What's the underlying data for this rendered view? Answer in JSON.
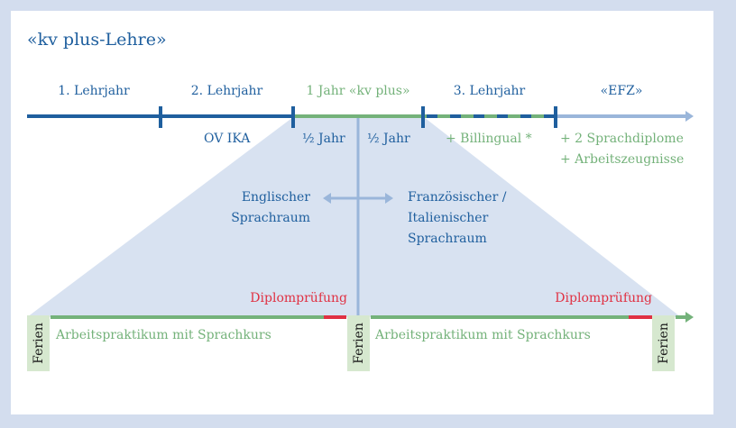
{
  "title": "«kv plus-Lehre»",
  "colors": {
    "dark_blue": "#1f5f9e",
    "light_blue": "#9ab6da",
    "green": "#74b27a",
    "red": "#e03143",
    "trapezoid_fill": "#d8e2f1",
    "ferien_fill": "#d6e8cf",
    "page_bg": "#d3ddee"
  },
  "timeline": {
    "segments": [
      {
        "label": "1. Lehrjahr",
        "color": "dark_blue"
      },
      {
        "label": "2. Lehrjahr",
        "color": "dark_blue"
      },
      {
        "label": "1 Jahr «kv plus»",
        "color": "green"
      },
      {
        "label": "3. Lehrjahr",
        "color": "dark_blue"
      },
      {
        "label": "«EFZ»",
        "color": "dark_blue"
      }
    ],
    "below": {
      "ov_ika": "OV IKA",
      "half_year_1": "½ Jahr",
      "half_year_2": "½ Jahr",
      "billingual": "+ Billingual *",
      "efz_extra_1": "+ 2 Sprachdiplome",
      "efz_extra_2": "+ Arbeitszeugnisse"
    }
  },
  "split": {
    "left_line1": "Englischer",
    "left_line2": "Sprachraum",
    "right_line1": "Französischer /",
    "right_line2": "Italienischer",
    "right_line3": "Sprachraum"
  },
  "bottom": {
    "ferien_label": "Ferien",
    "praktikum_left": "Arbeitspraktikum mit Sprachkurs",
    "praktikum_right": "Arbeitspraktikum mit Sprachkurs",
    "diplom_left": "Diplomprüfung",
    "diplom_right": "Diplomprüfung"
  }
}
